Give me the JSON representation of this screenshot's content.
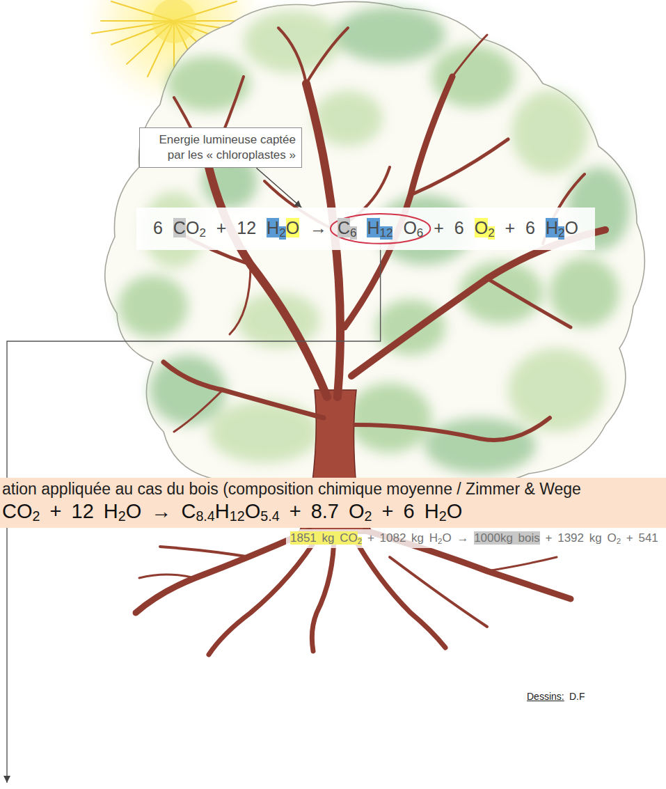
{
  "diagram": {
    "nodes": [
      {
        "text": [
          "Energie lumineuse captée par les « chloroplastes »"
        ]
      },
      {
        "text": [
          "6 CO2 + 12 H2O → C6 H12 O6 + 6 O2 + 6 H2O"
        ]
      },
      {
        "text": [
          "ation appliquée au cas du bois (composition chimique moyenne / Zimmer & Wege",
          "CO2 + 12 H2O → C8.4H12O5.4 + 8.7 O2 + 6 H2O"
        ]
      },
      {
        "text": [
          "1851 kg CO2 + 1082 kg H2O → 1000kg bois + 1392 kg O2 + 541"
        ]
      }
    ],
    "edges": [
      {
        "from": 0,
        "to": 1,
        "arrow": "to"
      }
    ],
    "labels": [
      "Dessins:",
      "D.F"
    ]
  }
}
